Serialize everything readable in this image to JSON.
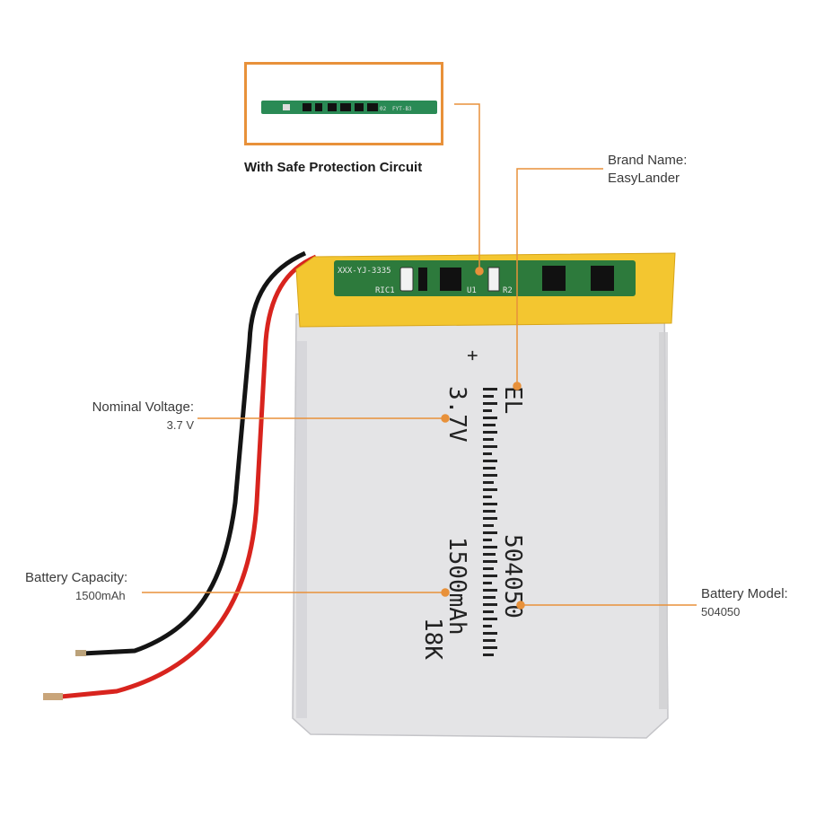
{
  "callouts": {
    "protection_caption": "With Safe Protection Circuit",
    "brand_label": "Brand Name:",
    "brand_value": "EasyLander",
    "voltage_label": "Nominal Voltage:",
    "voltage_value": "3.7 V",
    "capacity_label": "Battery  Capacity:",
    "capacity_value": "1500mAh",
    "model_label": "Battery Model:",
    "model_value": "504050"
  },
  "pcb_marks": {
    "code": "XXX-YJ-3335",
    "ric1": "RIC1",
    "u1": "U1",
    "r2": "R2",
    "small_code": "FYT-B3"
  },
  "battery_print": {
    "plus": "+",
    "brand": "EL",
    "voltage": "3.7V",
    "model": "504050",
    "capacity": "1500mAh",
    "extra": "18K"
  },
  "colors": {
    "accent": "#e8913a",
    "battery_body": "#e4e4e6",
    "yellow_tape": "#f3c630",
    "pcb_green": "#2a8a55",
    "wire_red": "#d8241e",
    "wire_black": "#141414"
  }
}
